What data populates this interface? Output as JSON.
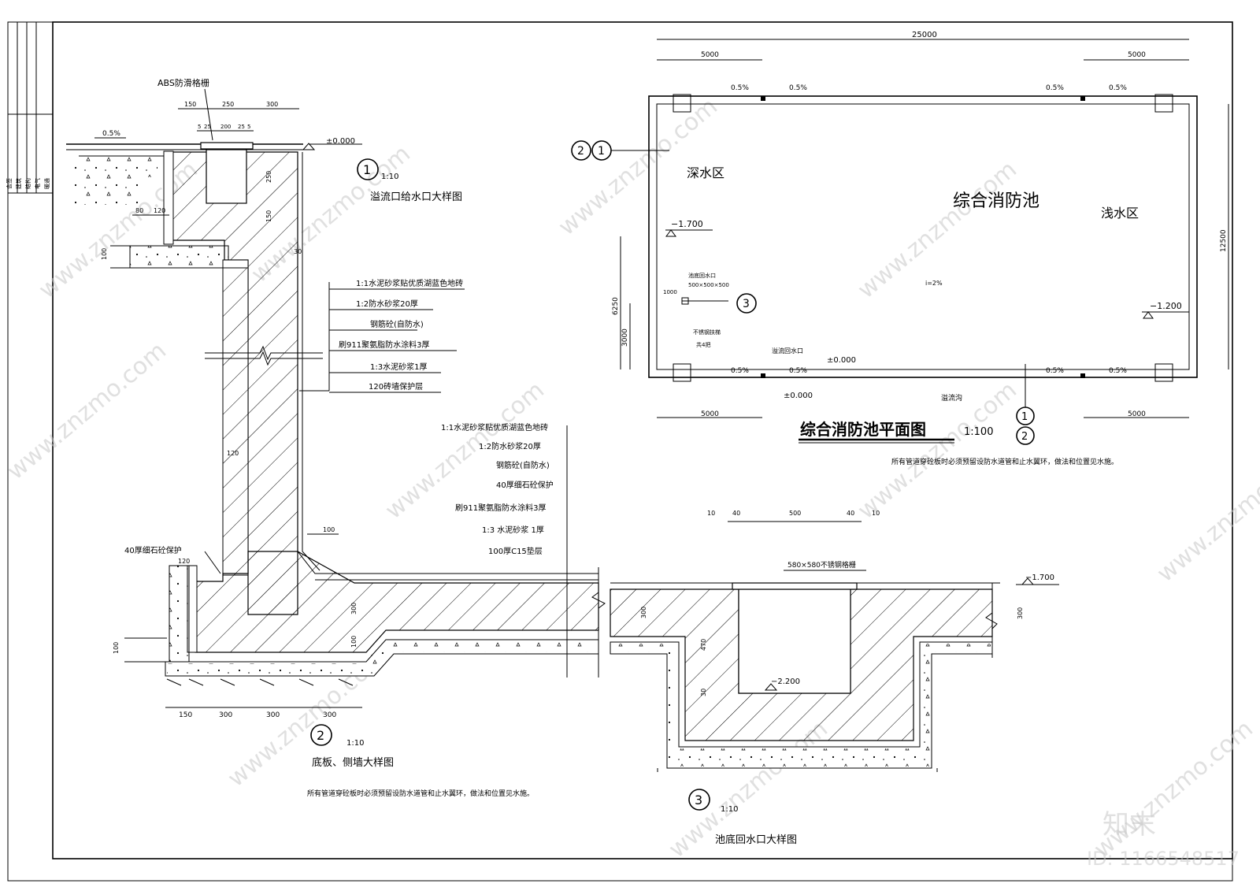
{
  "detail1": {
    "num": "1",
    "scale": "1:10",
    "title": "溢流口给水口大样图",
    "grate_label": "ABS防滑格栅",
    "slope": "0.5%",
    "level": "±0.000",
    "dims_top": [
      "150",
      "250",
      "300"
    ],
    "dims_sub": [
      "5",
      "25",
      "200",
      "25",
      "5"
    ],
    "dims_left": [
      "80",
      "120"
    ],
    "dim_100": "100",
    "dims_v": [
      "250",
      "150"
    ],
    "dim_30": "30",
    "dim_120": "120",
    "layers": [
      "1:1水泥砂浆贴优质湖蓝色地砖",
      "1:2防水砂浆20厚",
      "钢筋砼(自防水)",
      "刷911聚氨脂防水涂料3厚",
      "1:3水泥砂浆1厚",
      "120砖墙保护层"
    ]
  },
  "detail2": {
    "num": "2",
    "scale": "1:10",
    "title": "底板、侧墙大样图",
    "note": "所有管道穿砼板时必须预留设防水道管和止水翼环，做法和位置见水施。",
    "left_label": "40厚细石砼保护",
    "dims_bottom": [
      "150",
      "300",
      "300",
      "300"
    ],
    "dims_v": [
      "300",
      "100"
    ],
    "dim_100_left": "100",
    "dim_120": "120",
    "dim_100_top": "100",
    "layers": [
      "1:1水泥砂浆贴优质湖蓝色地砖",
      "1:2防水砂浆20厚",
      "钢筋砼(自防水)",
      "40厚细石砼保护",
      "刷911聚氨脂防水涂料3厚",
      "1:3 水泥砂浆 1厚",
      "100厚C15垫层"
    ]
  },
  "detail3": {
    "num": "3",
    "scale": "1:10",
    "title": "池底回水口大样图",
    "grate_label": "580×580不锈钢格栅",
    "level_top": "−1.700",
    "level_bottom": "−2.200",
    "dims_top": [
      "10",
      "40",
      "500",
      "40",
      "10"
    ],
    "dims_v": [
      "300",
      "470",
      "30"
    ],
    "dim_right": "300"
  },
  "plan": {
    "title": "综合消防池平面图",
    "scale": "1:100",
    "pool_name": "综合消防池",
    "deep": "深水区",
    "shallow": "浅水区",
    "level_deep": "−1.700",
    "level_shallow": "−1.200",
    "level_edge": "±0.000",
    "level_edge2": "±0.000",
    "slope": "i=2%",
    "drain_label": "池底回水口",
    "drain_size": "500×500×500",
    "dim_1000": "1000",
    "ladder_label": "不锈钢扶梯",
    "ladder_count": "共4把",
    "overflow_label": "溢流回水口",
    "gutter_label": "溢流沟",
    "dim_total": "25000",
    "dim_5000": "5000",
    "dim_height": "12500",
    "dim_6250": "6250",
    "dim_3000": "3000",
    "slope_small": "0.5%",
    "callout_a": "2",
    "callout_b": "1",
    "callout_c": "3",
    "note": "所有管道穿砼板时必须预留设防水道管和止水翼环，做法和位置见水施。"
  },
  "title_block": [
    "会签",
    "建筑",
    "结构",
    "电气",
    "暖通"
  ],
  "watermark": {
    "brand": "知末",
    "id": "ID: 1166548517",
    "site": "www.znzmo.com"
  }
}
